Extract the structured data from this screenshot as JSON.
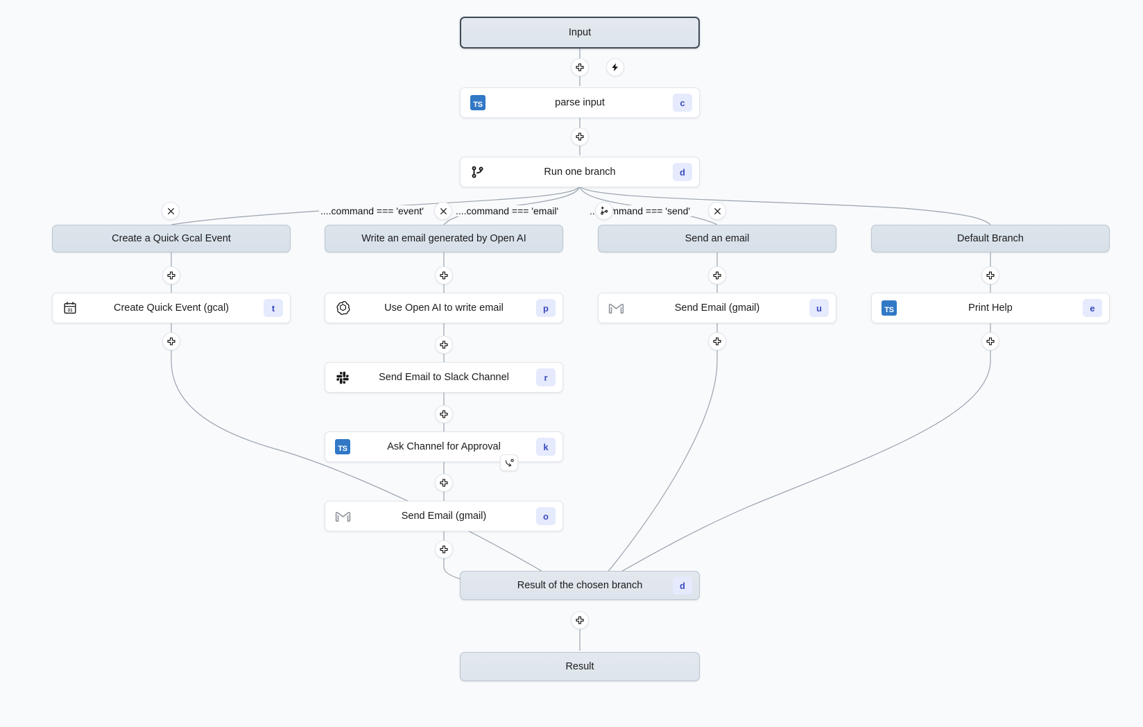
{
  "workflow": {
    "start_node": {
      "label": "Input",
      "type": "io"
    },
    "end_node": {
      "label": "Result",
      "type": "io"
    },
    "nodes": [
      {
        "id": "parse-input",
        "label": "parse input",
        "badge": "c",
        "icon": "typescript-icon"
      },
      {
        "id": "run-one-branch",
        "label": "Run one branch",
        "badge": "d",
        "icon": "git-branch-icon"
      },
      {
        "id": "create-gcal",
        "label": "Create Quick Event (gcal)",
        "badge": "t",
        "icon": "calendar-icon"
      },
      {
        "id": "openai-write",
        "label": "Use Open AI to write email",
        "badge": "p",
        "icon": "openai-icon"
      },
      {
        "id": "slack-send",
        "label": "Send Email to Slack Channel",
        "badge": "r",
        "icon": "slack-icon"
      },
      {
        "id": "ask-approval",
        "label": "Ask Channel for Approval",
        "badge": "k",
        "icon": "typescript-icon"
      },
      {
        "id": "gmail-branch2",
        "label": "Send Email (gmail)",
        "badge": "o",
        "icon": "gmail-icon"
      },
      {
        "id": "gmail-branch3",
        "label": "Send Email (gmail)",
        "badge": "u",
        "icon": "gmail-icon"
      },
      {
        "id": "print-help",
        "label": "Print Help",
        "badge": "e",
        "icon": "typescript-icon"
      }
    ],
    "branches": [
      {
        "id": "branch-1",
        "header": "Create a Quick Gcal Event",
        "condition": "....command === 'event'"
      },
      {
        "id": "branch-2",
        "header": "Write an email generated by Open AI",
        "condition": "....command === 'email'"
      },
      {
        "id": "branch-3",
        "header": "Send an email",
        "condition": "....command === 'send'"
      },
      {
        "id": "branch-4",
        "header": "Default Branch",
        "condition": ""
      }
    ],
    "collector": {
      "label": "Result of the chosen branch",
      "badge": "d"
    },
    "icons": {
      "add_step": "plus-icon",
      "trigger": "lightning-bolt-icon",
      "remove_branch": "close-icon",
      "add_branch": "git-branch-plus-icon",
      "suspend": "suspend-resume-icon"
    },
    "colors": {
      "canvas": "#f8fafc",
      "badge_bg": "#e5eafd",
      "badge_text": "#3b4cc0",
      "io_node": "#e0e7ee",
      "edge": "#9aa3ad",
      "typescript": "#3178c6"
    }
  }
}
